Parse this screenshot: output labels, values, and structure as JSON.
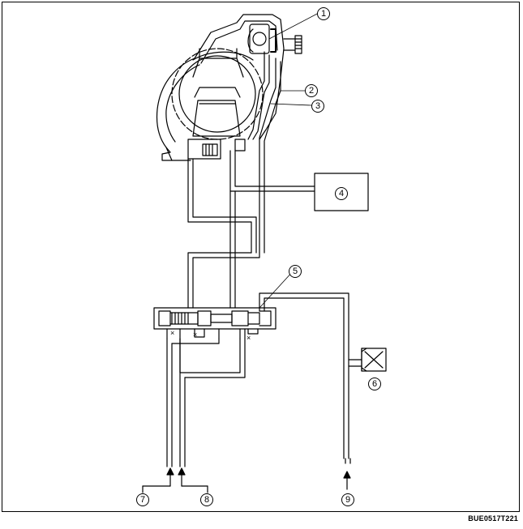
{
  "callouts": [
    {
      "id": "1",
      "label": "1"
    },
    {
      "id": "2",
      "label": "2"
    },
    {
      "id": "3",
      "label": "3"
    },
    {
      "id": "4",
      "label": "4"
    },
    {
      "id": "5",
      "label": "5"
    },
    {
      "id": "6",
      "label": "6"
    },
    {
      "id": "7",
      "label": "7"
    },
    {
      "id": "8",
      "label": "8"
    },
    {
      "id": "9",
      "label": "9"
    }
  ],
  "figure_code": "BUE0517T221",
  "orifice_mark": "×"
}
